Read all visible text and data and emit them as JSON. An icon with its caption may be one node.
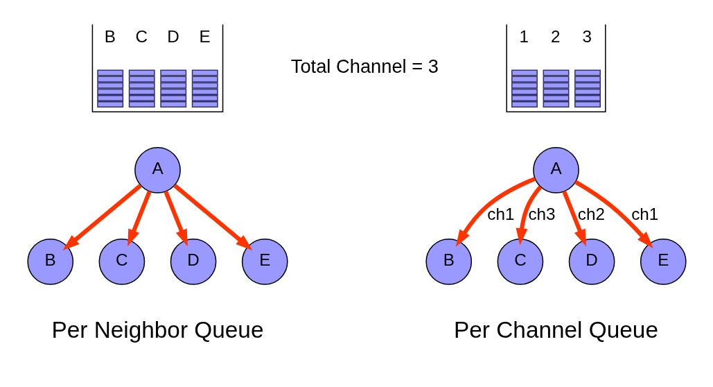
{
  "diagram": {
    "nodes": [
      {
        "text": [
          "A"
        ]
      },
      {
        "text": [
          "B"
        ]
      },
      {
        "text": [
          "C"
        ]
      },
      {
        "text": [
          "D"
        ]
      },
      {
        "text": [
          "E"
        ]
      },
      {
        "text": [
          "A"
        ]
      },
      {
        "text": [
          "B"
        ]
      },
      {
        "text": [
          "C"
        ]
      },
      {
        "text": [
          "D"
        ]
      },
      {
        "text": [
          "E"
        ]
      }
    ],
    "edges": [
      {
        "from": 0,
        "to": 1,
        "arrow": "to"
      },
      {
        "from": 0,
        "to": 2,
        "arrow": "to"
      },
      {
        "from": 0,
        "to": 3,
        "arrow": "to"
      },
      {
        "from": 0,
        "to": 4,
        "arrow": "to"
      },
      {
        "from": 5,
        "to": 6,
        "arrow": "to",
        "label": "ch1"
      },
      {
        "from": 5,
        "to": 7,
        "arrow": "to",
        "label": "ch3"
      },
      {
        "from": 5,
        "to": 8,
        "arrow": "to",
        "label": "ch2"
      },
      {
        "from": 5,
        "to": 9,
        "arrow": "to",
        "label": "ch1"
      }
    ],
    "labels": [
      "B",
      "C",
      "D",
      "E",
      "Total Channel = 3",
      "1",
      "2",
      "3",
      "Per Neighbor Queue",
      "Per Channel Queue"
    ]
  }
}
